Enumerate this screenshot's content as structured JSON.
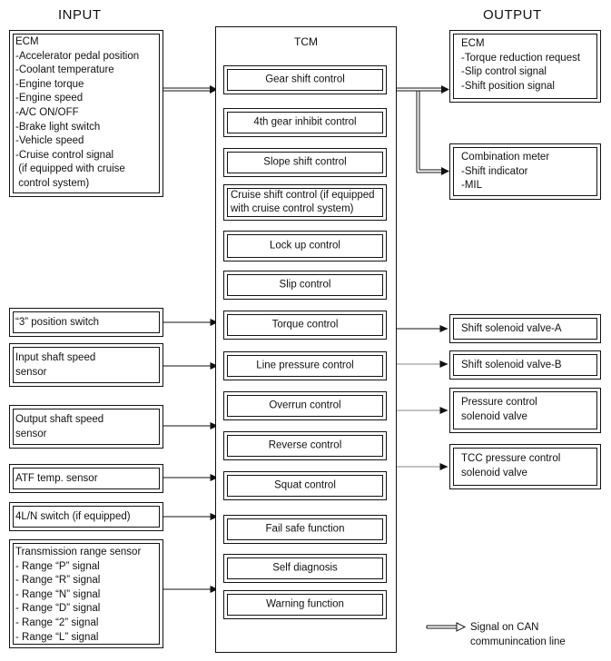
{
  "headers": {
    "input": "INPUT",
    "output": "OUTPUT"
  },
  "tcm": {
    "title": "TCM",
    "controls": [
      "Gear shift control",
      "4th gear inhibit control",
      "Slope shift control",
      "Cruise shift control (if equipped\nwith cruise control system)",
      "Lock up control",
      "Slip control",
      "Torque control",
      "Line pressure control",
      "Overrun control",
      "Reverse control",
      "Squat control",
      "Fail safe function",
      "Self diagnosis",
      "Warning function"
    ]
  },
  "inputs": {
    "ecm": "ECM\n-Accelerator pedal position\n-Coolant temperature\n-Engine torque\n-Engine speed\n-A/C ON/OFF\n-Brake light switch\n-Vehicle speed\n-Cruise control signal\n (if equipped with cruise\n control system)",
    "position_switch": "“3” position switch",
    "input_shaft": "Input shaft speed\nsensor",
    "output_shaft": "Output shaft speed\nsensor",
    "atf_temp": "ATF temp. sensor",
    "switch_4l_n": "4L/N switch (if equipped)",
    "range_sensor": "Transmission range sensor\n- Range “P” signal\n- Range “R” signal\n- Range “N” signal\n- Range “D” signal\n- Range “2” signal\n- Range “L” signal"
  },
  "outputs": {
    "ecm": "ECM\n-Torque reduction request\n-Slip control signal\n-Shift position signal",
    "combination_meter": "Combination meter\n-Shift indicator\n-MIL",
    "shift_solenoid_a": "Shift solenoid valve-A",
    "shift_solenoid_b": "Shift solenoid valve-B",
    "pressure_control": "Pressure control\nsolenoid valve",
    "tcc_pressure": "TCC pressure control\nsolenoid valve"
  },
  "legend": {
    "can_line": "Signal on CAN\ncommunincation line"
  }
}
